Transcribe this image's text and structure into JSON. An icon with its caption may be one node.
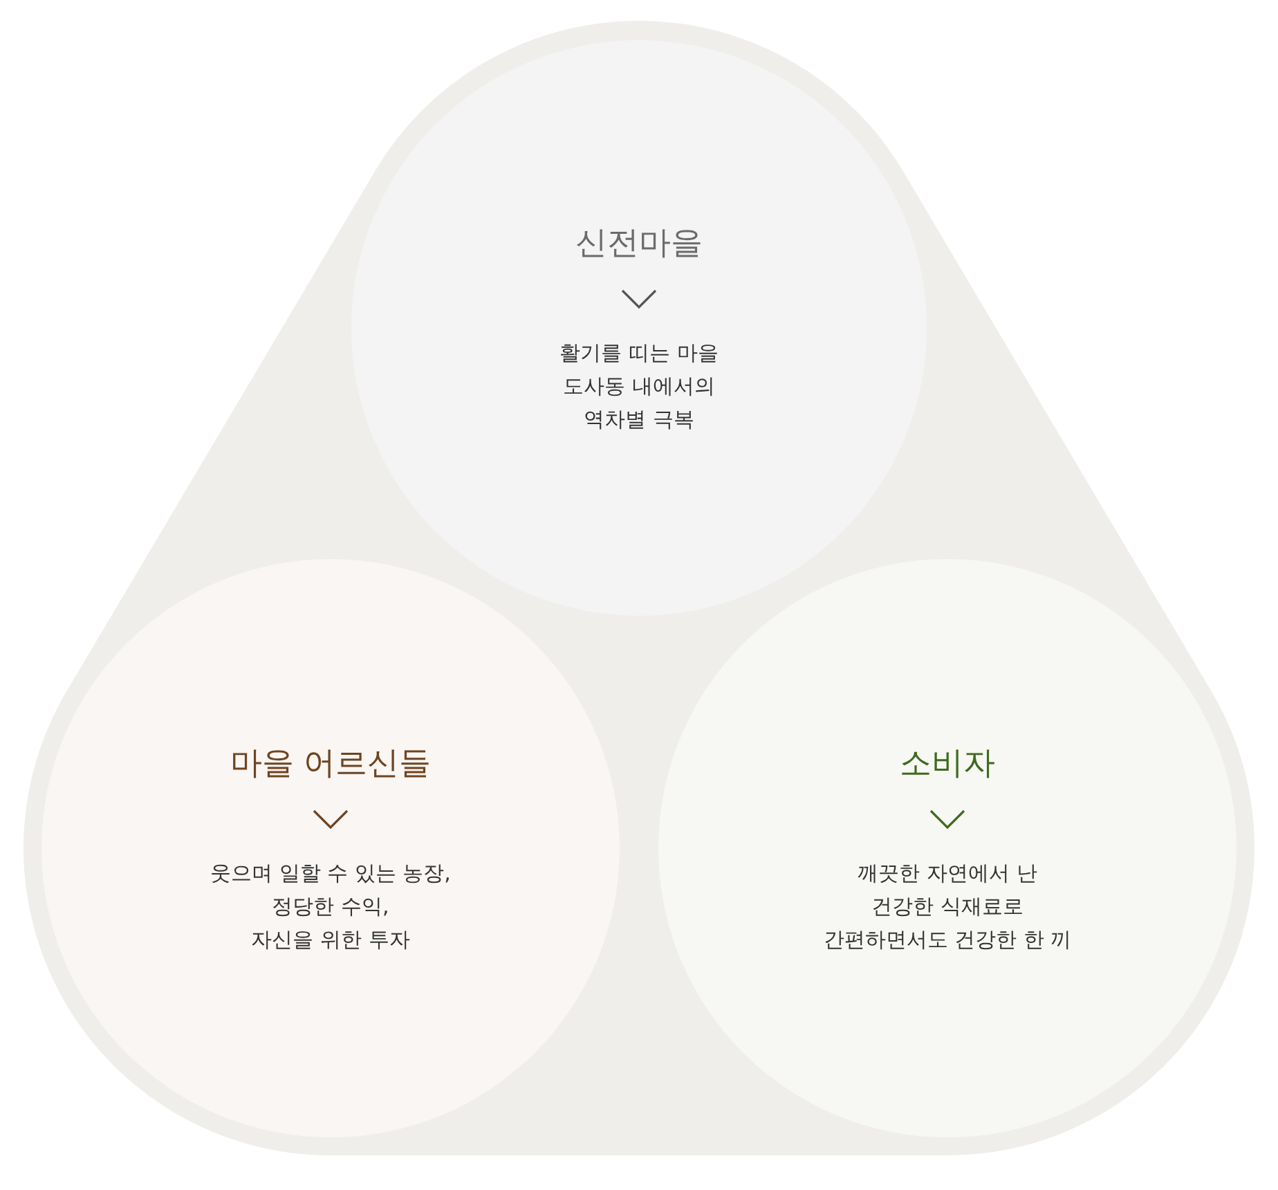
{
  "diagram": {
    "nodes": [
      {
        "text": [
          "신전마을",
          "활기를 띠는 마을 도사동 내에서의 역차별 극복"
        ]
      },
      {
        "text": [
          "마을 어르신들",
          "웃으며 일할 수 있는 농장, 정당한 수익, 자신을 위한 투자"
        ]
      },
      {
        "text": [
          "소비자",
          "깨끗한 자연에서 난 건강한 식재료로 간편하면서도 건강한 한 끼"
        ]
      }
    ]
  }
}
